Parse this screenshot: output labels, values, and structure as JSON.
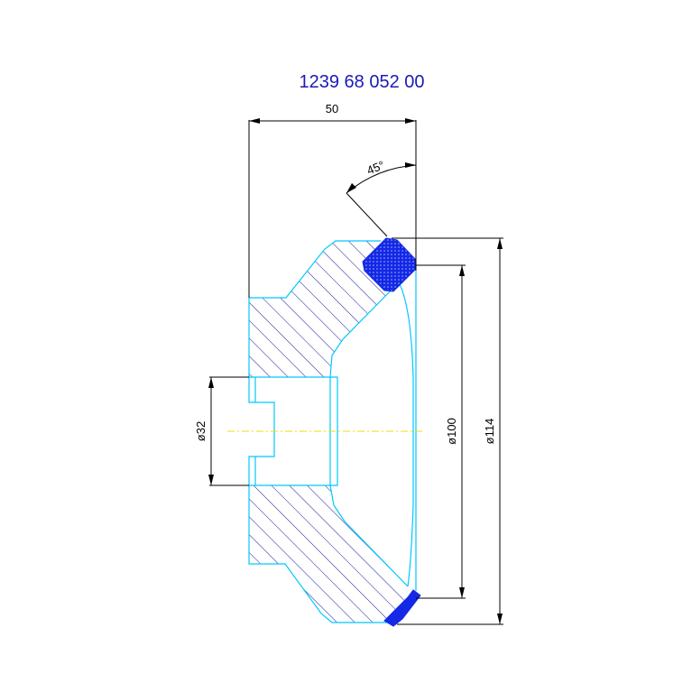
{
  "title": {
    "part_number": "1239 68 052 00"
  },
  "dimensions": {
    "width": "50",
    "angle": "45°",
    "bore_diameter": "ø32",
    "inner_diameter": "ø100",
    "outer_diameter": "ø114"
  },
  "colors": {
    "background": "#ffffff",
    "title": "#1a1ab8",
    "dimension_lines": "#000000",
    "outline": "#00c8ff",
    "hatch": "#1a1a9a",
    "coating": "#1428e6",
    "centerline": "#e8e000"
  }
}
